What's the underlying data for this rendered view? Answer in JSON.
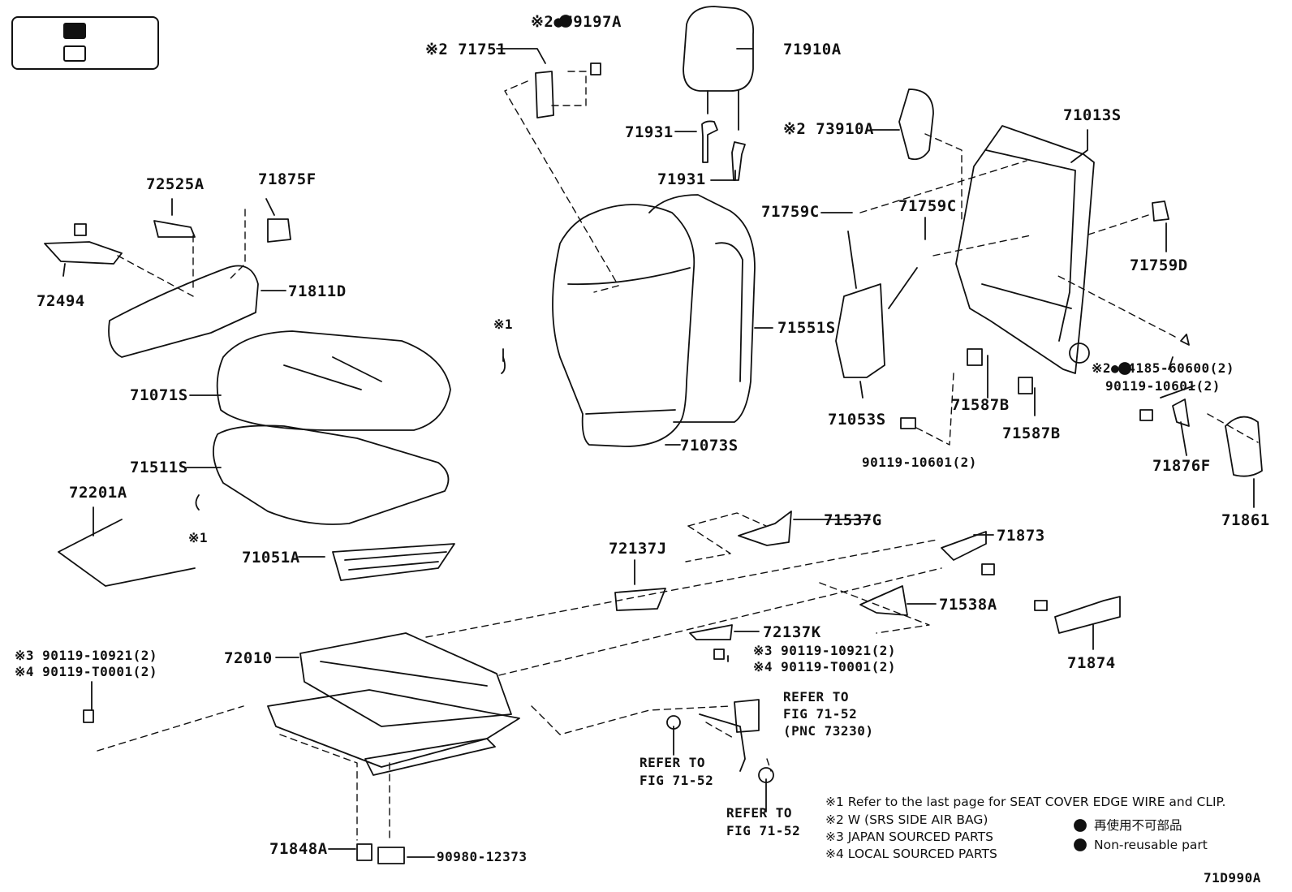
{
  "labels": {
    "p79197A": "※2●79197A",
    "p71751": "※2 71751",
    "p71910A": "71910A",
    "p71931a": "71931",
    "p71931b": "71931",
    "p73910A": "※2 73910A",
    "p71013S": "71013S",
    "p72525A": "72525A",
    "p71875F": "71875F",
    "p72494": "72494",
    "p71811D": "71811D",
    "p71759C_a": "71759C",
    "p71759C_b": "71759C",
    "p71759D": "71759D",
    "p71551S": "71551S",
    "note1_top": "※1",
    "p71071S": "71071S",
    "p71053S": "71053S",
    "p71587B_a": "71587B",
    "p71587B_b": "71587B",
    "p94185": "※2●94185-60600(2)",
    "p90119_10601_r": "90119-10601(2)",
    "p71073S": "71073S",
    "p90119_10601_c": "90119-10601(2)",
    "p71876F": "71876F",
    "p71861": "71861",
    "p71511S": "71511S",
    "p72201A": "72201A",
    "note1_mid": "※1",
    "p71051A": "71051A",
    "p72137J": "72137J",
    "p71537G": "71537G",
    "p71873": "71873",
    "p71538A": "71538A",
    "p72137K": "72137K",
    "p71874": "71874",
    "p90119_10921_l": "※3 90119-10921(2)",
    "p90119_T0001_l": "※4 90119-T0001(2)",
    "p72010": "72010",
    "p90119_10921_c": "※3 90119-10921(2)",
    "p90119_T0001_c": "※4 90119-T0001(2)",
    "refer1a": "REFER TO",
    "refer1b": "FIG 71-52",
    "refer1c": "(PNC 73230)",
    "refer2a": "REFER TO",
    "refer2b": "FIG 71-52",
    "refer3a": "REFER TO",
    "refer3b": "FIG 71-52",
    "p71848A": "71848A",
    "p90980": "90980-12373",
    "diagram_code": "71D990A"
  },
  "notes": {
    "n1": "※1  Refer to the last page for SEAT COVER EDGE WIRE and CLIP.",
    "n2": "※2  W (SRS SIDE AIR BAG)",
    "n3": "※3  JAPAN SOURCED PARTS",
    "n4": "※4  LOCAL SOURCED PARTS",
    "jp": "再使用不可部品",
    "nonreuse": "Non-reusable part"
  }
}
